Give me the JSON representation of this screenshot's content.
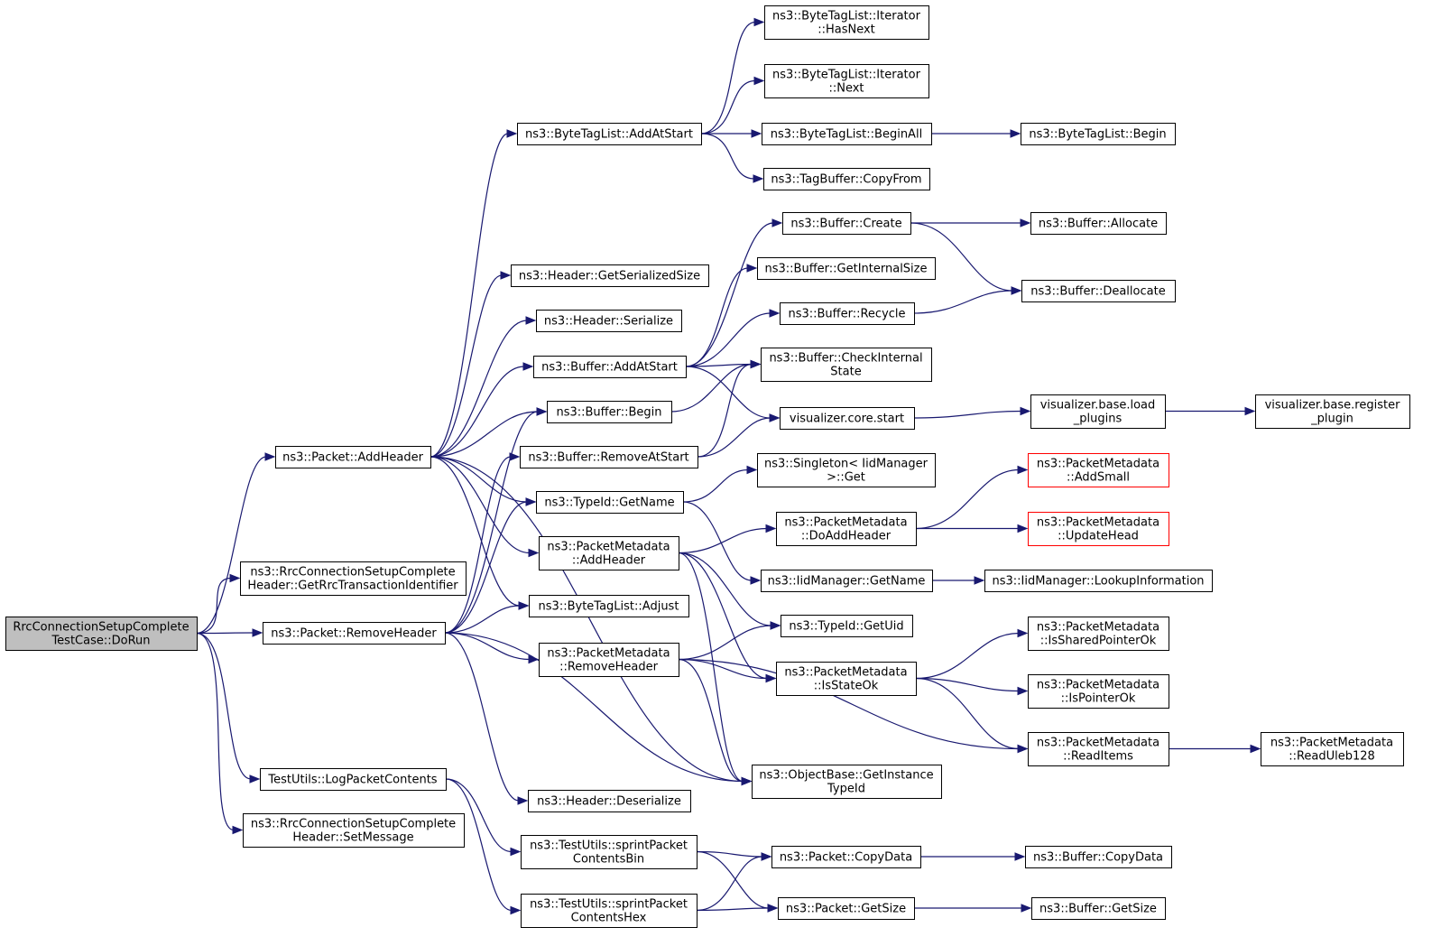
{
  "diagram": {
    "edge_color": "#191970",
    "root_fill": "#bfbfbf",
    "incomplete_border_color": "#ff0000",
    "nodes": [
      {
        "id": "dorun",
        "lines": [
          "RrcConnectionSetupComplete",
          "TestCase::DoRun"
        ],
        "root": true
      },
      {
        "id": "addheader",
        "lines": [
          "ns3::Packet::AddHeader"
        ]
      },
      {
        "id": "getrrc",
        "lines": [
          "ns3::RrcConnectionSetupComplete",
          "Header::GetRrcTransactionIdentifier"
        ]
      },
      {
        "id": "removeheader",
        "lines": [
          "ns3::Packet::RemoveHeader"
        ]
      },
      {
        "id": "logpkt",
        "lines": [
          "TestUtils::LogPacketContents"
        ]
      },
      {
        "id": "setmsg",
        "lines": [
          "ns3::RrcConnectionSetupComplete",
          "Header::SetMessage"
        ]
      },
      {
        "id": "btl_addatstart",
        "lines": [
          "ns3::ByteTagList::AddAtStart"
        ]
      },
      {
        "id": "hdr_getser",
        "lines": [
          "ns3::Header::GetSerializedSize"
        ]
      },
      {
        "id": "hdr_ser",
        "lines": [
          "ns3::Header::Serialize"
        ]
      },
      {
        "id": "buf_addatstart",
        "lines": [
          "ns3::Buffer::AddAtStart"
        ]
      },
      {
        "id": "buf_begin",
        "lines": [
          "ns3::Buffer::Begin"
        ]
      },
      {
        "id": "buf_removeatstart",
        "lines": [
          "ns3::Buffer::RemoveAtStart"
        ]
      },
      {
        "id": "tid_getname",
        "lines": [
          "ns3::TypeId::GetName"
        ]
      },
      {
        "id": "pm_addheader",
        "lines": [
          "ns3::PacketMetadata",
          "::AddHeader"
        ]
      },
      {
        "id": "btl_adjust",
        "lines": [
          "ns3::ByteTagList::Adjust"
        ]
      },
      {
        "id": "pm_removeheader",
        "lines": [
          "ns3::PacketMetadata",
          "::RemoveHeader"
        ]
      },
      {
        "id": "hdr_deser",
        "lines": [
          "ns3::Header::Deserialize"
        ]
      },
      {
        "id": "sprint_bin",
        "lines": [
          "ns3::TestUtils::sprintPacket",
          "ContentsBin"
        ]
      },
      {
        "id": "sprint_hex",
        "lines": [
          "ns3::TestUtils::sprintPacket",
          "ContentsHex"
        ]
      },
      {
        "id": "it_hasnext",
        "lines": [
          "ns3::ByteTagList::Iterator",
          "::HasNext"
        ]
      },
      {
        "id": "it_next",
        "lines": [
          "ns3::ByteTagList::Iterator",
          "::Next"
        ]
      },
      {
        "id": "btl_beginall",
        "lines": [
          "ns3::ByteTagList::BeginAll"
        ]
      },
      {
        "id": "tagbuf_copyfrom",
        "lines": [
          "ns3::TagBuffer::CopyFrom"
        ]
      },
      {
        "id": "buf_create",
        "lines": [
          "ns3::Buffer::Create"
        ]
      },
      {
        "id": "buf_getinternal",
        "lines": [
          "ns3::Buffer::GetInternalSize"
        ]
      },
      {
        "id": "buf_recycle",
        "lines": [
          "ns3::Buffer::Recycle"
        ]
      },
      {
        "id": "buf_checkinternal",
        "lines": [
          "ns3::Buffer::CheckInternal",
          "State"
        ]
      },
      {
        "id": "vis_start",
        "lines": [
          "visualizer.core.start"
        ]
      },
      {
        "id": "singleton_get",
        "lines": [
          "ns3::Singleton< IidManager",
          ">::Get"
        ]
      },
      {
        "id": "pm_doaddheader",
        "lines": [
          "ns3::PacketMetadata",
          "::DoAddHeader"
        ]
      },
      {
        "id": "iid_getname",
        "lines": [
          "ns3::IidManager::GetName"
        ]
      },
      {
        "id": "tid_getuid",
        "lines": [
          "ns3::TypeId::GetUid"
        ]
      },
      {
        "id": "pm_isstateok",
        "lines": [
          "ns3::PacketMetadata",
          "::IsStateOk"
        ]
      },
      {
        "id": "ob_getinstance",
        "lines": [
          "ns3::ObjectBase::GetInstance",
          "TypeId"
        ]
      },
      {
        "id": "pkt_copydata",
        "lines": [
          "ns3::Packet::CopyData"
        ]
      },
      {
        "id": "pkt_getsize",
        "lines": [
          "ns3::Packet::GetSize"
        ]
      },
      {
        "id": "btl_begin",
        "lines": [
          "ns3::ByteTagList::Begin"
        ]
      },
      {
        "id": "buf_allocate",
        "lines": [
          "ns3::Buffer::Allocate"
        ]
      },
      {
        "id": "buf_deallocate",
        "lines": [
          "ns3::Buffer::Deallocate"
        ]
      },
      {
        "id": "vis_loadplugins",
        "lines": [
          "visualizer.base.load",
          "_plugins"
        ]
      },
      {
        "id": "vis_registerplugin",
        "lines": [
          "visualizer.base.register",
          "_plugin"
        ]
      },
      {
        "id": "pm_addsmall",
        "lines": [
          "ns3::PacketMetadata",
          "::AddSmall"
        ],
        "incomplete": true
      },
      {
        "id": "pm_updatehead",
        "lines": [
          "ns3::PacketMetadata",
          "::UpdateHead"
        ],
        "incomplete": true
      },
      {
        "id": "iid_lookup",
        "lines": [
          "ns3::IidManager::LookupInformation"
        ]
      },
      {
        "id": "pm_issharedptr",
        "lines": [
          "ns3::PacketMetadata",
          "::IsSharedPointerOk"
        ]
      },
      {
        "id": "pm_isptr",
        "lines": [
          "ns3::PacketMetadata",
          "::IsPointerOk"
        ]
      },
      {
        "id": "pm_readitems",
        "lines": [
          "ns3::PacketMetadata",
          "::ReadItems"
        ]
      },
      {
        "id": "pm_readuleb",
        "lines": [
          "ns3::PacketMetadata",
          "::ReadUleb128"
        ]
      },
      {
        "id": "buf_copydata",
        "lines": [
          "ns3::Buffer::CopyData"
        ]
      },
      {
        "id": "buf_getsize",
        "lines": [
          "ns3::Buffer::GetSize"
        ]
      }
    ],
    "edges": [
      [
        "dorun",
        "addheader"
      ],
      [
        "dorun",
        "getrrc"
      ],
      [
        "dorun",
        "removeheader"
      ],
      [
        "dorun",
        "logpkt"
      ],
      [
        "dorun",
        "setmsg"
      ],
      [
        "addheader",
        "btl_addatstart"
      ],
      [
        "addheader",
        "hdr_getser"
      ],
      [
        "addheader",
        "hdr_ser"
      ],
      [
        "addheader",
        "buf_addatstart"
      ],
      [
        "addheader",
        "buf_begin"
      ],
      [
        "addheader",
        "tid_getname"
      ],
      [
        "addheader",
        "pm_addheader"
      ],
      [
        "addheader",
        "btl_adjust"
      ],
      [
        "addheader",
        "ob_getinstance"
      ],
      [
        "removeheader",
        "buf_begin"
      ],
      [
        "removeheader",
        "buf_removeatstart"
      ],
      [
        "removeheader",
        "tid_getname"
      ],
      [
        "removeheader",
        "btl_adjust"
      ],
      [
        "removeheader",
        "pm_removeheader"
      ],
      [
        "removeheader",
        "hdr_deser"
      ],
      [
        "removeheader",
        "ob_getinstance"
      ],
      [
        "logpkt",
        "sprint_bin"
      ],
      [
        "logpkt",
        "sprint_hex"
      ],
      [
        "btl_addatstart",
        "it_hasnext"
      ],
      [
        "btl_addatstart",
        "it_next"
      ],
      [
        "btl_addatstart",
        "btl_beginall"
      ],
      [
        "btl_addatstart",
        "tagbuf_copyfrom"
      ],
      [
        "btl_beginall",
        "btl_begin"
      ],
      [
        "buf_addatstart",
        "buf_create"
      ],
      [
        "buf_addatstart",
        "buf_getinternal"
      ],
      [
        "buf_addatstart",
        "buf_recycle"
      ],
      [
        "buf_addatstart",
        "buf_checkinternal"
      ],
      [
        "buf_addatstart",
        "vis_start"
      ],
      [
        "buf_begin",
        "buf_checkinternal"
      ],
      [
        "buf_removeatstart",
        "buf_checkinternal"
      ],
      [
        "buf_removeatstart",
        "vis_start"
      ],
      [
        "buf_create",
        "buf_allocate"
      ],
      [
        "buf_create",
        "buf_deallocate"
      ],
      [
        "buf_recycle",
        "buf_deallocate"
      ],
      [
        "vis_start",
        "vis_loadplugins"
      ],
      [
        "vis_loadplugins",
        "vis_registerplugin"
      ],
      [
        "tid_getname",
        "singleton_get"
      ],
      [
        "tid_getname",
        "iid_getname"
      ],
      [
        "iid_getname",
        "iid_lookup"
      ],
      [
        "pm_addheader",
        "pm_doaddheader"
      ],
      [
        "pm_addheader",
        "tid_getuid"
      ],
      [
        "pm_addheader",
        "pm_isstateok"
      ],
      [
        "pm_addheader",
        "ob_getinstance"
      ],
      [
        "pm_doaddheader",
        "pm_addsmall"
      ],
      [
        "pm_doaddheader",
        "pm_updatehead"
      ],
      [
        "pm_removeheader",
        "tid_getuid"
      ],
      [
        "pm_removeheader",
        "pm_isstateok"
      ],
      [
        "pm_removeheader",
        "ob_getinstance"
      ],
      [
        "pm_removeheader",
        "pm_readitems"
      ],
      [
        "pm_isstateok",
        "pm_issharedptr"
      ],
      [
        "pm_isstateok",
        "pm_isptr"
      ],
      [
        "pm_isstateok",
        "pm_readitems"
      ],
      [
        "pm_readitems",
        "pm_readuleb"
      ],
      [
        "sprint_bin",
        "pkt_copydata"
      ],
      [
        "sprint_bin",
        "pkt_getsize"
      ],
      [
        "sprint_hex",
        "pkt_copydata"
      ],
      [
        "sprint_hex",
        "pkt_getsize"
      ],
      [
        "pkt_copydata",
        "buf_copydata"
      ],
      [
        "pkt_getsize",
        "buf_getsize"
      ]
    ]
  }
}
